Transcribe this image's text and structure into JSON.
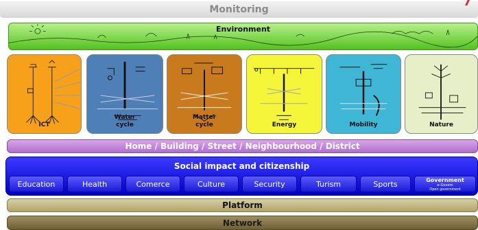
{
  "layers": {
    "monitoring": "Monitoring",
    "environment": "Environment",
    "home": "Home / Building / Street / Neighbourhood / District",
    "social_title": "Social impact and citizenship",
    "platform": "Platform",
    "network": "Network"
  },
  "tiles": [
    {
      "label": "ICT",
      "color": "#f7a11a"
    },
    {
      "label_line1": "Water",
      "label_line2": "cycle",
      "color": "#4f7fb7"
    },
    {
      "label_line1": "Matter",
      "label_line2": "cycle",
      "color": "#c87a1c"
    },
    {
      "label": "Energy",
      "color": "#f5f53a"
    },
    {
      "label": "Mobility",
      "color": "#3fb6d6"
    },
    {
      "label": "Nature",
      "color": "#e6efc8"
    }
  ],
  "social_items": [
    {
      "label": "Education"
    },
    {
      "label": "Health"
    },
    {
      "label": "Comerce"
    },
    {
      "label": "Culture"
    },
    {
      "label": "Security"
    },
    {
      "label": "Turism"
    },
    {
      "label": "Sports"
    },
    {
      "label": "Government",
      "sub1": "e-Govern",
      "sub2": "Open government"
    }
  ],
  "colors": {
    "environment": "#55c21f",
    "home": "#b06ed0",
    "social": "#0000cc",
    "platform": "#b3a46b",
    "network": "#6e5f37"
  }
}
